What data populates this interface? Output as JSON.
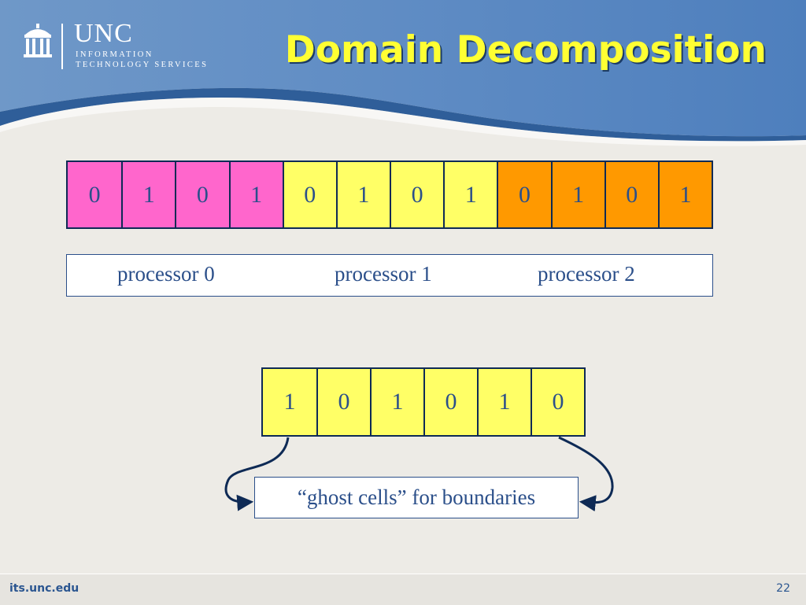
{
  "header": {
    "logo": {
      "name": "UNC",
      "line1": "INFORMATION",
      "line2": "TECHNOLOGY SERVICES"
    },
    "title": "Domain Decomposition"
  },
  "colors": {
    "pink": "#ff66cc",
    "yellow": "#ffff66",
    "orange": "#ff9900",
    "navy": "#0e2a55",
    "text_blue": "#2b4f8a",
    "title_yellow": "#ffff33"
  },
  "top_row": {
    "cells": [
      {
        "value": "0",
        "color": "pink"
      },
      {
        "value": "1",
        "color": "pink"
      },
      {
        "value": "0",
        "color": "pink"
      },
      {
        "value": "1",
        "color": "pink"
      },
      {
        "value": "0",
        "color": "yellow"
      },
      {
        "value": "1",
        "color": "yellow"
      },
      {
        "value": "0",
        "color": "yellow"
      },
      {
        "value": "1",
        "color": "yellow"
      },
      {
        "value": "0",
        "color": "orange"
      },
      {
        "value": "1",
        "color": "orange"
      },
      {
        "value": "0",
        "color": "orange"
      },
      {
        "value": "1",
        "color": "orange"
      }
    ]
  },
  "processors": [
    "processor 0",
    "processor 1",
    "processor 2"
  ],
  "ghost_row": {
    "cells": [
      {
        "value": "1",
        "color": "yellow"
      },
      {
        "value": "0",
        "color": "yellow"
      },
      {
        "value": "1",
        "color": "yellow"
      },
      {
        "value": "0",
        "color": "yellow"
      },
      {
        "value": "1",
        "color": "yellow"
      },
      {
        "value": "0",
        "color": "yellow"
      }
    ]
  },
  "ghost_label": "“ghost cells” for boundaries",
  "footer": {
    "url": "its.unc.edu",
    "page": "22"
  }
}
